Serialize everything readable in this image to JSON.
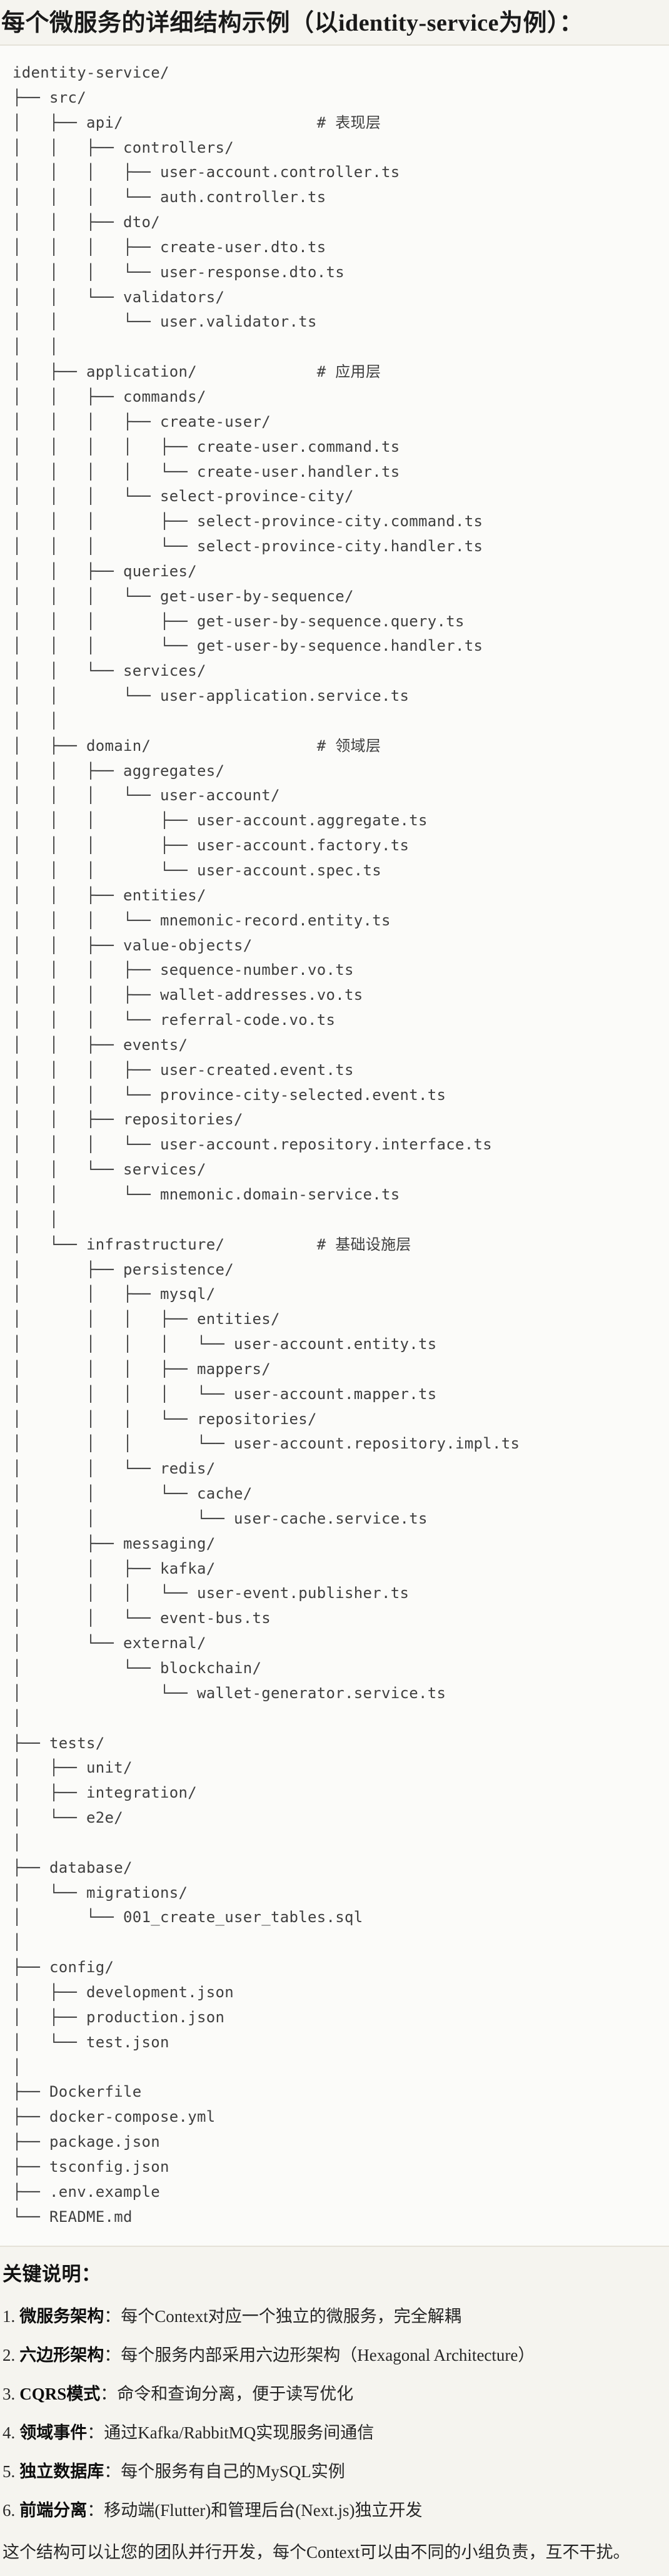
{
  "page": {
    "title": "每个微服务的详细结构示例（以identity-service为例）："
  },
  "colors": {
    "page_bg": "#f5f4ef",
    "code_bg": "#fbfbf9",
    "divider": "#e5e2d9",
    "code_text": "#3f3f3f",
    "title_text": "#1a1a1a"
  },
  "code_block": {
    "root": "identity-service/",
    "layer_comments": [
      "# 表现层",
      "# 应用层",
      "# 领域层",
      "# 基础设施层"
    ],
    "tree_lines": [
      "identity-service/",
      "├── src/",
      "│   ├── api/                     # 表现层",
      "│   │   ├── controllers/",
      "│   │   │   ├── user-account.controller.ts",
      "│   │   │   └── auth.controller.ts",
      "│   │   ├── dto/",
      "│   │   │   ├── create-user.dto.ts",
      "│   │   │   └── user-response.dto.ts",
      "│   │   └── validators/",
      "│   │       └── user.validator.ts",
      "│   │",
      "│   ├── application/             # 应用层",
      "│   │   ├── commands/",
      "│   │   │   ├── create-user/",
      "│   │   │   │   ├── create-user.command.ts",
      "│   │   │   │   └── create-user.handler.ts",
      "│   │   │   └── select-province-city/",
      "│   │   │       ├── select-province-city.command.ts",
      "│   │   │       └── select-province-city.handler.ts",
      "│   │   ├── queries/",
      "│   │   │   └── get-user-by-sequence/",
      "│   │   │       ├── get-user-by-sequence.query.ts",
      "│   │   │       └── get-user-by-sequence.handler.ts",
      "│   │   └── services/",
      "│   │       └── user-application.service.ts",
      "│   │",
      "│   ├── domain/                  # 领域层",
      "│   │   ├── aggregates/",
      "│   │   │   └── user-account/",
      "│   │   │       ├── user-account.aggregate.ts",
      "│   │   │       ├── user-account.factory.ts",
      "│   │   │       └── user-account.spec.ts",
      "│   │   ├── entities/",
      "│   │   │   └── mnemonic-record.entity.ts",
      "│   │   ├── value-objects/",
      "│   │   │   ├── sequence-number.vo.ts",
      "│   │   │   ├── wallet-addresses.vo.ts",
      "│   │   │   └── referral-code.vo.ts",
      "│   │   ├── events/",
      "│   │   │   ├── user-created.event.ts",
      "│   │   │   └── province-city-selected.event.ts",
      "│   │   ├── repositories/",
      "│   │   │   └── user-account.repository.interface.ts",
      "│   │   └── services/",
      "│   │       └── mnemonic.domain-service.ts",
      "│   │",
      "│   └── infrastructure/          # 基础设施层",
      "│       ├── persistence/",
      "│       │   ├── mysql/",
      "│       │   │   ├── entities/",
      "│       │   │   │   └── user-account.entity.ts",
      "│       │   │   ├── mappers/",
      "│       │   │   │   └── user-account.mapper.ts",
      "│       │   │   └── repositories/",
      "│       │   │       └── user-account.repository.impl.ts",
      "│       │   └── redis/",
      "│       │       └── cache/",
      "│       │           └── user-cache.service.ts",
      "│       ├── messaging/",
      "│       │   ├── kafka/",
      "│       │   │   └── user-event.publisher.ts",
      "│       │   └── event-bus.ts",
      "│       └── external/",
      "│           └── blockchain/",
      "│               └── wallet-generator.service.ts",
      "│",
      "├── tests/",
      "│   ├── unit/",
      "│   ├── integration/",
      "│   └── e2e/",
      "│",
      "├── database/",
      "│   └── migrations/",
      "│       └── 001_create_user_tables.sql",
      "│",
      "├── config/",
      "│   ├── development.json",
      "│   ├── production.json",
      "│   └── test.json",
      "│",
      "├── Dockerfile",
      "├── docker-compose.yml",
      "├── package.json",
      "├── tsconfig.json",
      "├── .env.example",
      "└── README.md"
    ]
  },
  "notes": {
    "heading": "关键说明：",
    "items": [
      {
        "number": "1.",
        "term": "微服务架构",
        "desc": "：每个Context对应一个独立的微服务，完全解耦"
      },
      {
        "number": "2.",
        "term": "六边形架构",
        "desc": "：每个服务内部采用六边形架构（Hexagonal Architecture）"
      },
      {
        "number": "3.",
        "term": "CQRS模式",
        "desc": "：命令和查询分离，便于读写优化"
      },
      {
        "number": "4.",
        "term": "领域事件",
        "desc": "：通过Kafka/RabbitMQ实现服务间通信"
      },
      {
        "number": "5.",
        "term": "独立数据库",
        "desc": "：每个服务有自己的MySQL实例"
      },
      {
        "number": "6.",
        "term": "前端分离",
        "desc": "：移动端(Flutter)和管理后台(Next.js)独立开发"
      }
    ],
    "footer": "这个结构可以让您的团队并行开发，每个Context可以由不同的小组负责，互不干扰。"
  }
}
